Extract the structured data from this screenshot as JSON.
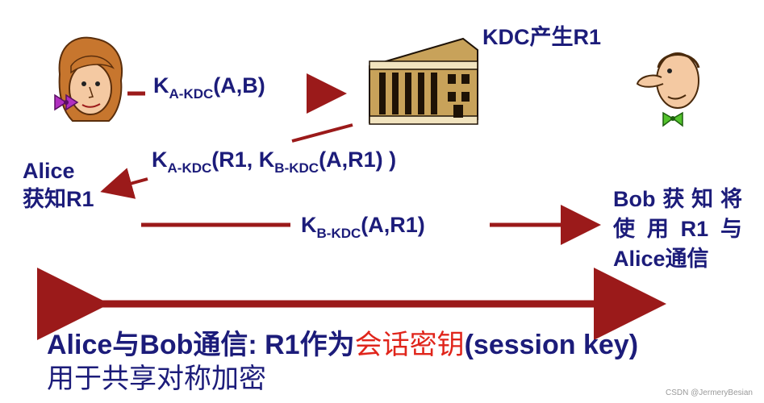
{
  "labels": {
    "kdc_generates": "KDC产生R1",
    "msg1": {
      "main": "K",
      "sub": "A-KDC",
      "tail": "(A,B)"
    },
    "msg2": {
      "main1": "K",
      "sub1": "A-KDC",
      "mid": "(R1, K",
      "sub2": "B-KDC",
      "tail": "(A,R1) )"
    },
    "msg3": {
      "main": "K",
      "sub": "B-KDC",
      "tail": "(A,R1)"
    },
    "alice_name": "Alice",
    "alice_learns": "获知R1",
    "bob_lines": [
      [
        "Bob",
        "获",
        "知",
        "将"
      ],
      [
        "使",
        "用",
        "R1",
        "与"
      ],
      [
        "Alice通信"
      ]
    ],
    "footer_line1_a": "Alice与Bob通信: R1作为",
    "footer_line1_red": "会话密钥",
    "footer_line1_b": "(session key)",
    "footer_line2": "用于共享对称加密",
    "watermark": "CSDN @JermeryBesian"
  },
  "colors": {
    "arrow": "#9b1a1a",
    "text_navy": "#1c1c7a",
    "highlight_red": "#e0251b",
    "building": "#c8a25a"
  },
  "icons": {
    "alice": "alice-cartoon-icon",
    "kdc": "kdc-building-icon",
    "bob": "bob-cartoon-icon"
  }
}
